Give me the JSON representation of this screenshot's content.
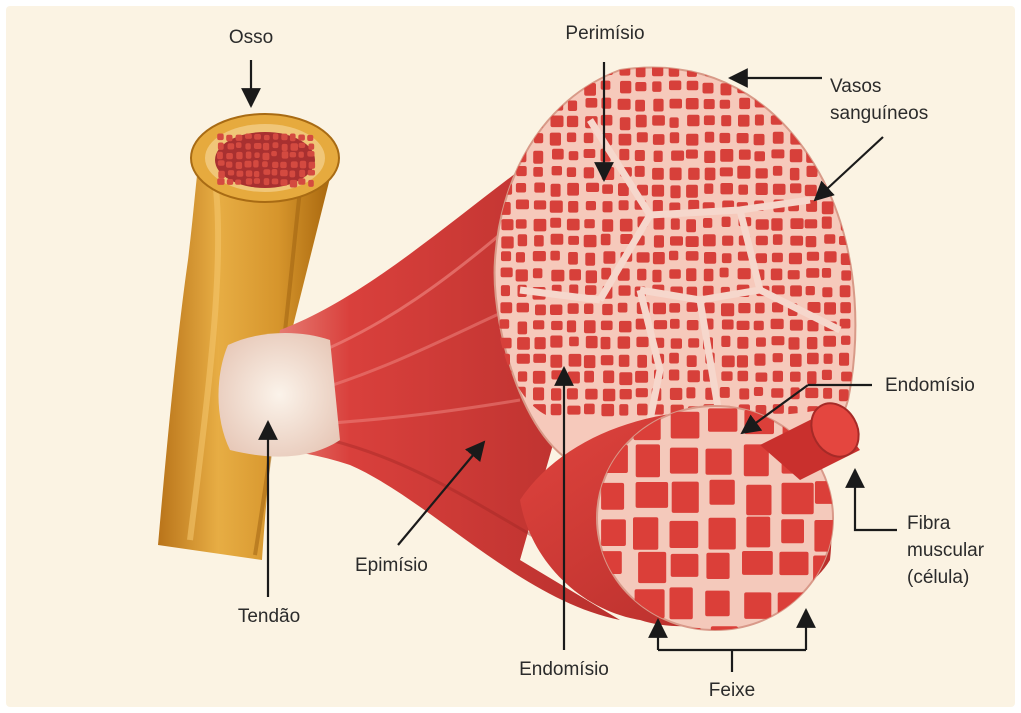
{
  "labels": {
    "osso": "Osso",
    "perimisio": "Perimísio",
    "vasos_line1": "Vasos",
    "vasos_line2": "sanguíneos",
    "endomisio_right": "Endomísio",
    "fibra_line1": "Fibra",
    "fibra_line2": "muscular",
    "fibra_line3": "(célula)",
    "epimisio": "Epimísio",
    "tendao": "Tendão",
    "endomisio_bottom": "Endomísio",
    "feixe": "Feixe"
  },
  "colors": {
    "background": "#fbf3e3",
    "bone": "#d9992e",
    "bone_dark": "#b97516",
    "muscle": "#d9403c",
    "muscle_dark": "#a72a28",
    "fiber": "#d7403a",
    "connective_tissue": "#f4c4b6",
    "tendon": "#f1e4d4",
    "arrow": "#1a1a1a"
  }
}
